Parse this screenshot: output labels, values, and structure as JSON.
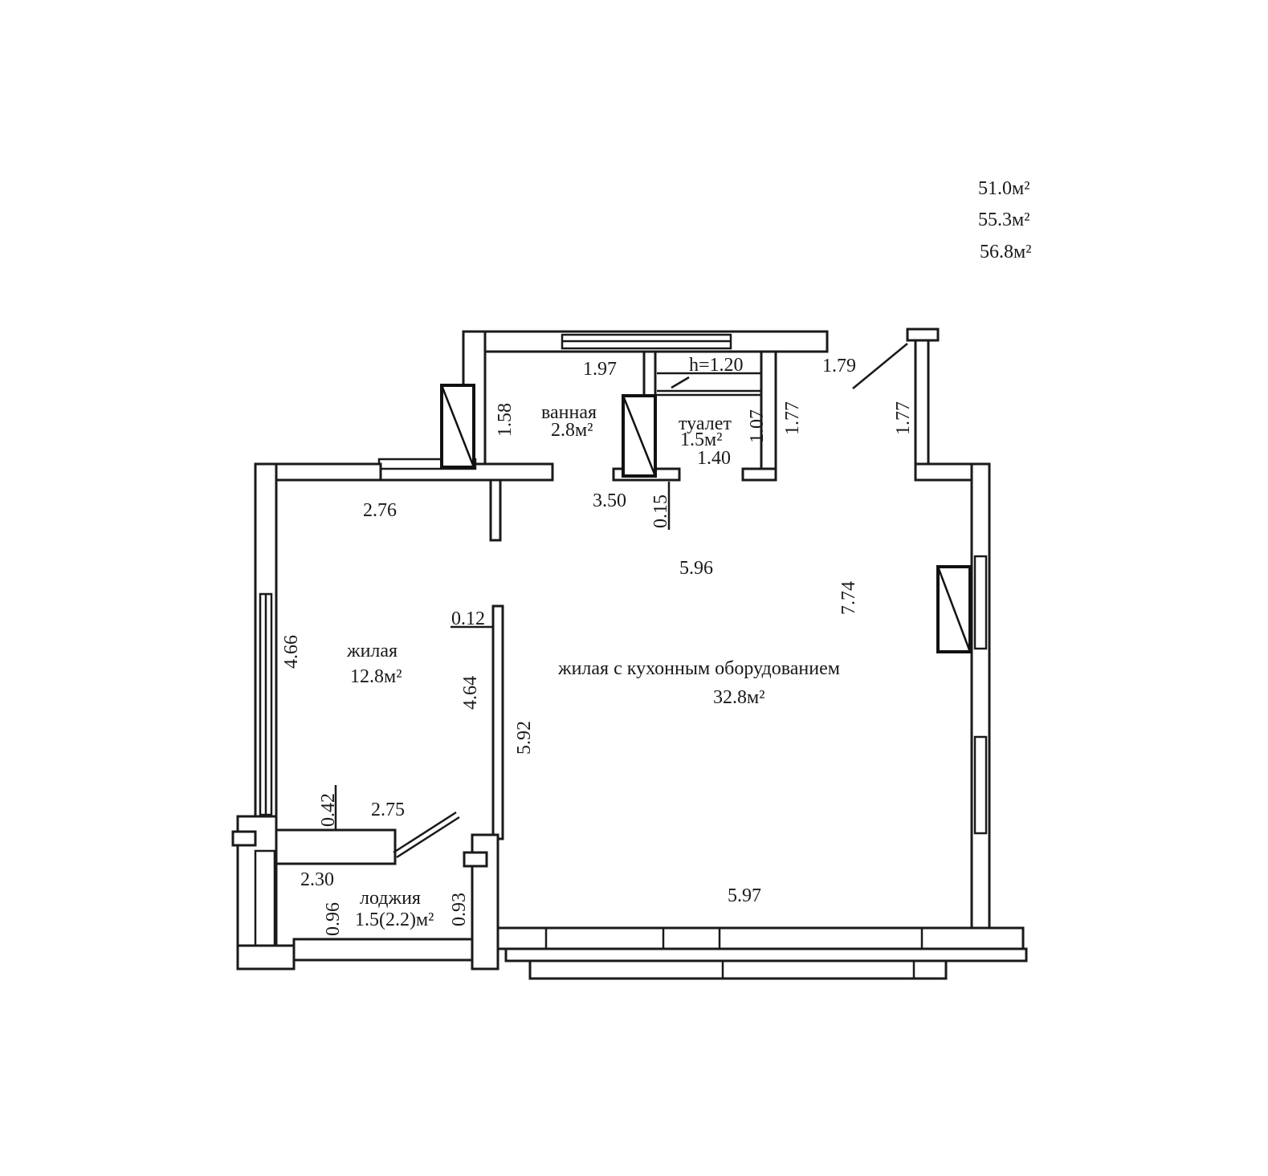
{
  "totals": [
    "51.0м²",
    "55.3м²",
    "56.8м²"
  ],
  "rooms": {
    "bathroom": {
      "name": "ванная",
      "area": "2.8м²"
    },
    "toilet": {
      "name": "туалет",
      "area": "1.5м²"
    },
    "living": {
      "name": "жилая",
      "area": "12.8м²"
    },
    "kitchen_living": {
      "name": "жилая с кухонным оборудованием",
      "area": "32.8м²"
    },
    "loggia": {
      "name": "лоджия",
      "area": "1.5(2.2)м²"
    }
  },
  "dimensions": {
    "d197": "1.97",
    "h120": "h=1.20",
    "d179": "1.79",
    "d158": "1.58",
    "d107": "1.07",
    "d177a": "1.77",
    "d177b": "1.77",
    "d140": "1.40",
    "d276": "2.76",
    "d350": "3.50",
    "d015": "0.15",
    "d596": "5.96",
    "d774": "7.74",
    "d012": "0.12",
    "d466": "4.66",
    "d464": "4.64",
    "d592": "5.92",
    "d042": "0.42",
    "d275": "2.75",
    "d230": "2.30",
    "d096": "0.96",
    "d093": "0.93",
    "d597": "5.97"
  }
}
